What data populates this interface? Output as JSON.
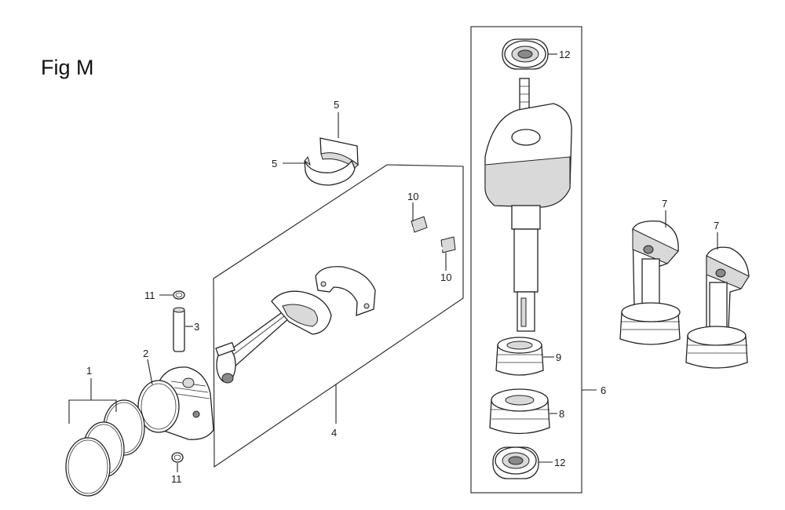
{
  "figure": {
    "title": "Fig M"
  },
  "callouts": {
    "piston_rings": "1",
    "piston": "2",
    "piston_pin": "3",
    "connecting_rod_assy": "4",
    "bearing_upper": "5",
    "bearing_lower": "5",
    "crankshaft_assy": "6",
    "crank_left": "7",
    "crank_right": "7",
    "timing_gear": "8",
    "gear_small": "9",
    "bolt_upper": "10",
    "bolt_lower": "10",
    "pin_clip_top": "11",
    "pin_clip_bottom": "11",
    "bearing_top": "12",
    "bearing_bottom": "12"
  }
}
